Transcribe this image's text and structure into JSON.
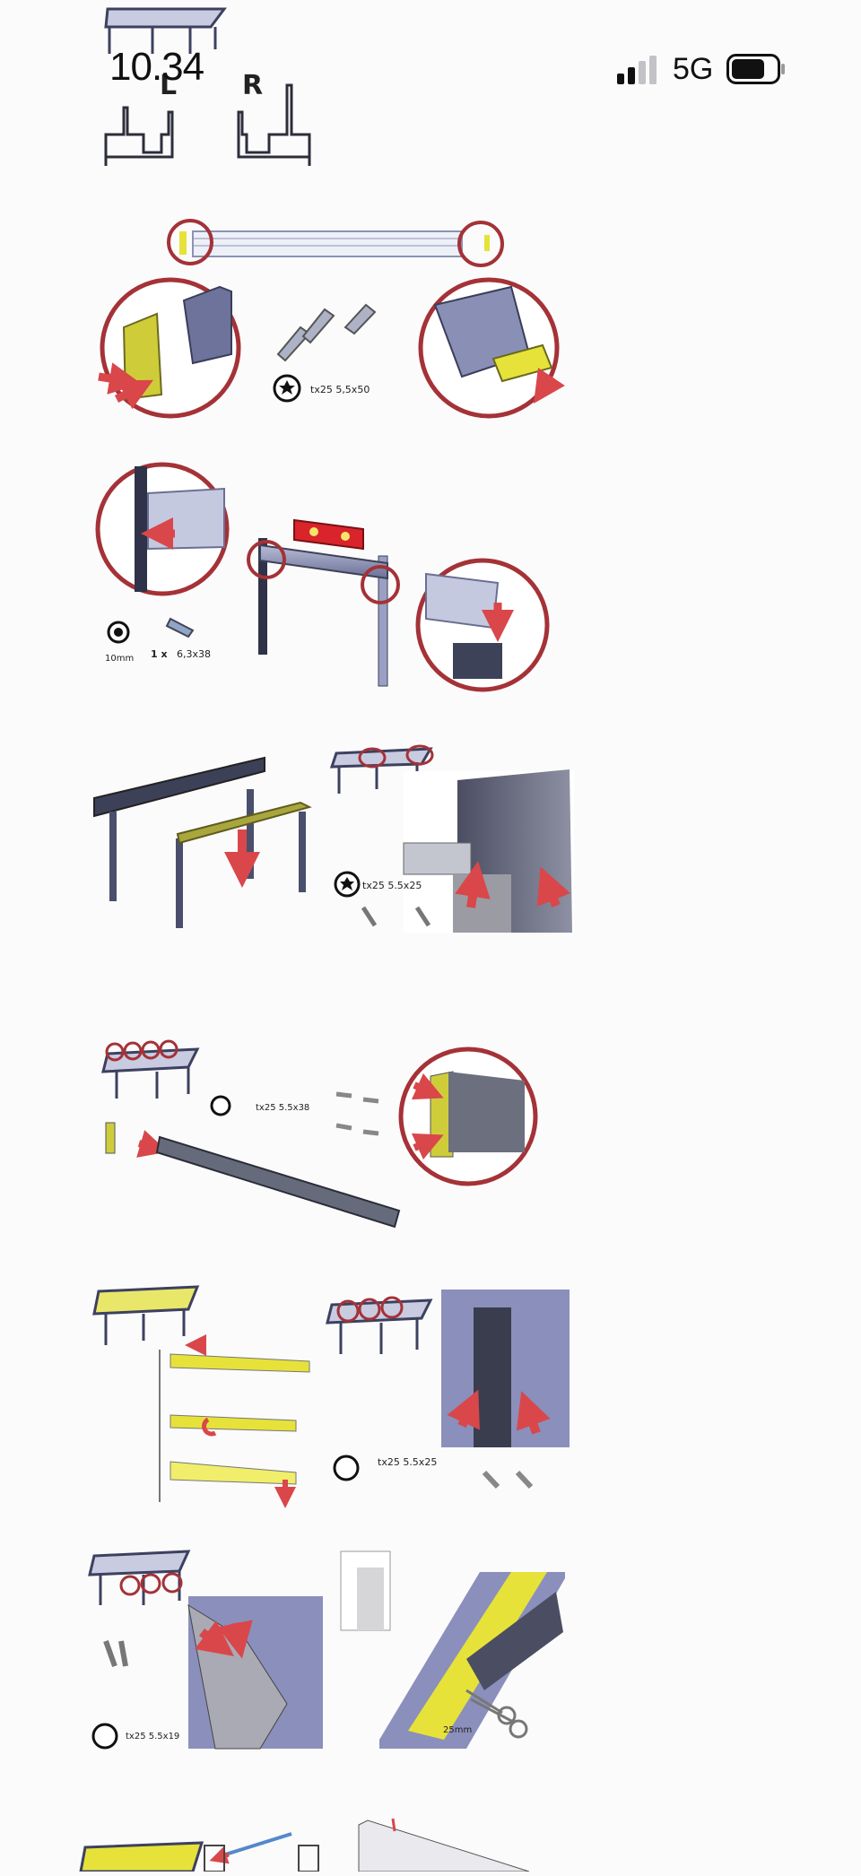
{
  "status": {
    "time": "10.34",
    "network": "5G",
    "signal_icon": "cellular-signal-icon",
    "battery_icon": "battery-icon"
  },
  "manual": {
    "profile_left": "L",
    "profile_right": "R",
    "screw_spec_1": "tx25 5,5x50",
    "drill_size": "10mm",
    "qty_label": "1 x",
    "bolt_spec": "6,3x38",
    "screw_spec_2": "tx25 5.5x25",
    "screw_spec_3": "tx25 5.5x38",
    "screw_spec_4": "tx25 5.5x25",
    "screw_spec_5": "tx25 5.5x19",
    "cut_length": "25mm"
  },
  "colors": {
    "circle": "#a43237",
    "arrow": "#d9474a",
    "yellow": "#e6e23a",
    "steel": "#7c82a8",
    "dark": "#3e4258"
  }
}
